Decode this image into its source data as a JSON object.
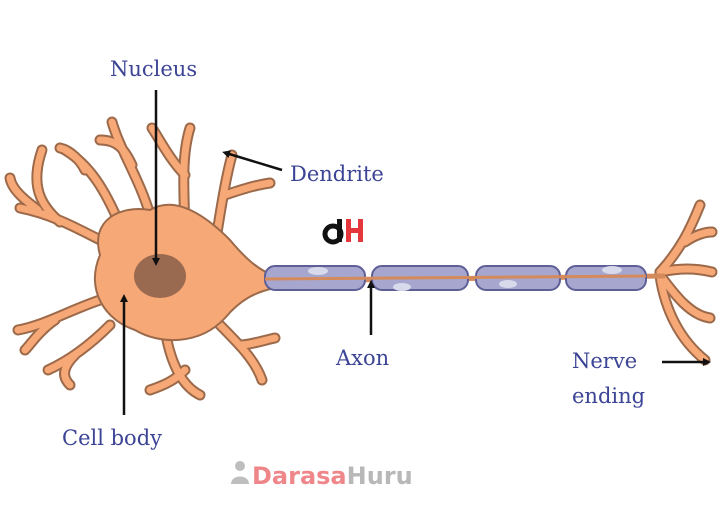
{
  "labels": {
    "nucleus": "Nucleus",
    "dendrite": "Dendrite",
    "axon": "Axon",
    "nerve_line1": "Nerve",
    "nerve_line2": "ending",
    "cell_body": "Cell body"
  },
  "watermark": {
    "brand_part1": "Darasa",
    "brand_part2": "Huru",
    "logo_icon": "dh-logo-icon",
    "person_icon": "person-icon"
  },
  "colors": {
    "cell": "#f6a877",
    "cell_outline": "#9c6a4a",
    "nucleus": "#9a6a50",
    "myelin": "#a6a6cf",
    "myelin_outline": "#5e5f96",
    "label": "#3c4496",
    "brand_red": "#e5363b",
    "brand_gray": "#8a8a8a"
  }
}
